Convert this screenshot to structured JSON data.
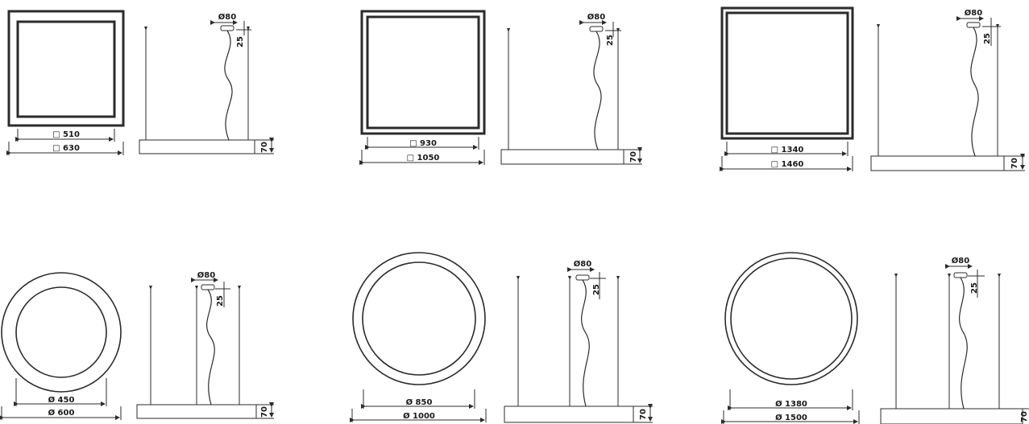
{
  "variants": [
    {
      "shape": "square",
      "inner": "□ 510",
      "outer": "□ 630",
      "canopy": "Ø80",
      "drop": "25",
      "height": "70"
    },
    {
      "shape": "square",
      "inner": "□ 930",
      "outer": "□ 1050",
      "canopy": "Ø80",
      "drop": "25",
      "height": "70"
    },
    {
      "shape": "square",
      "inner": "□ 1340",
      "outer": "□ 1460",
      "canopy": "Ø80",
      "drop": "25",
      "height": "70"
    },
    {
      "shape": "round",
      "inner": "Ø 450",
      "outer": "Ø 600",
      "canopy": "Ø80",
      "drop": "25",
      "height": "70"
    },
    {
      "shape": "round",
      "inner": "Ø 850",
      "outer": "Ø 1000",
      "canopy": "Ø80",
      "drop": "25",
      "height": "70"
    },
    {
      "shape": "round",
      "inner": "Ø 1380",
      "outer": "Ø 1500",
      "canopy": "Ø80",
      "drop": "25",
      "height": "70"
    }
  ]
}
